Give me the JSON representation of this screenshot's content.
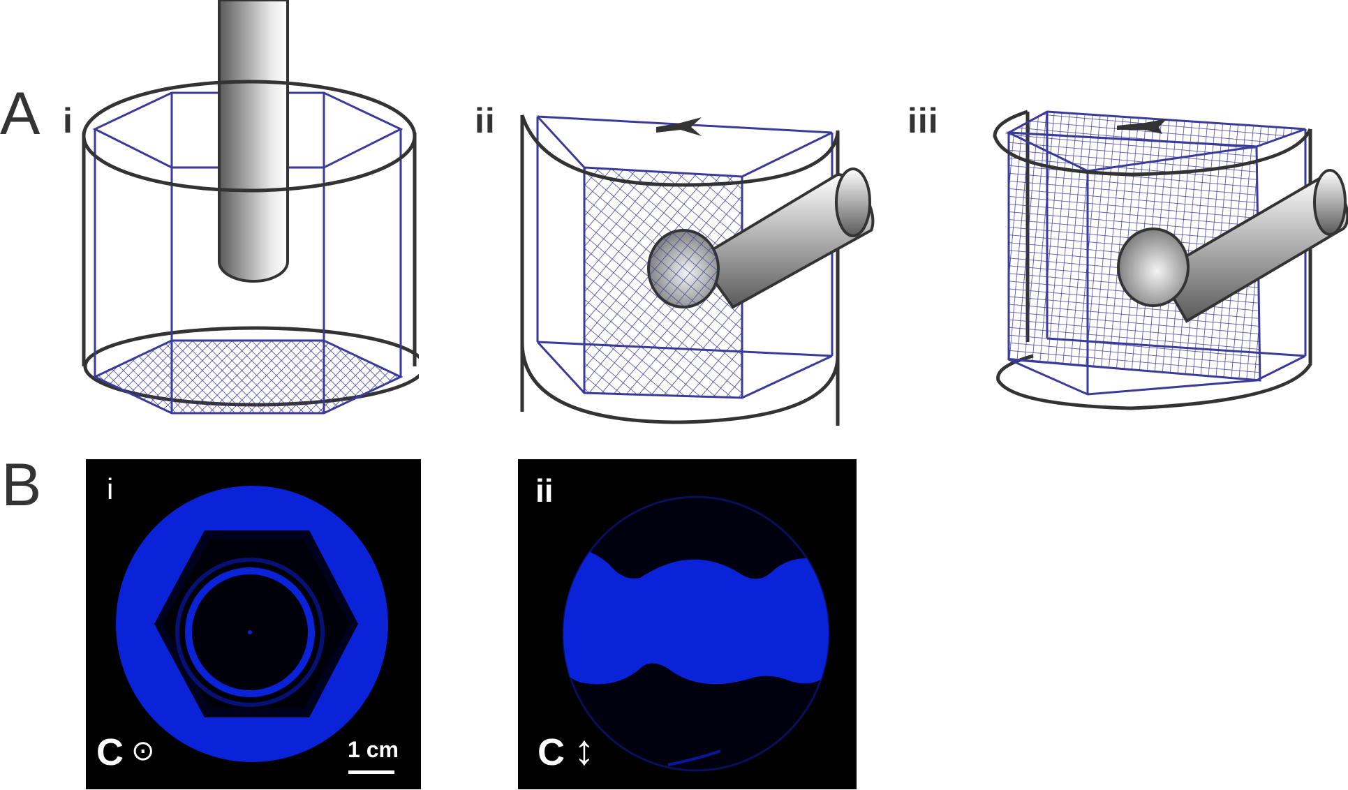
{
  "figure": {
    "panel_a": {
      "letter": "A",
      "subpanels": [
        {
          "label": "i",
          "description": "Hexagonal prism mesh cage inside cylinder with vertical rod from top; mesh on bottom face"
        },
        {
          "label": "ii",
          "description": "Half-cylinder container with rectangular mesh face, horizontal rod with spherical end entering from side; star marker on top edge"
        },
        {
          "label": "iii",
          "description": "Rotated half-cylinder with tilted mesh box, horizontal rod with spherical end; star marker on top edge"
        }
      ]
    },
    "panel_b": {
      "letter": "B",
      "subpanels": [
        {
          "label": "i",
          "axis_symbol": "C",
          "axis_glyph": "⊙",
          "scale_bar": "1 cm"
        },
        {
          "label": "ii",
          "axis_symbol": "C",
          "axis_glyph": "↕"
        }
      ]
    },
    "colors": {
      "mesh_blue": "#3a3a9a",
      "outline_dark": "#333333",
      "fluorescence_blue": "#0a22d8",
      "photo_background": "#000000",
      "label_gray": "#333333"
    }
  }
}
